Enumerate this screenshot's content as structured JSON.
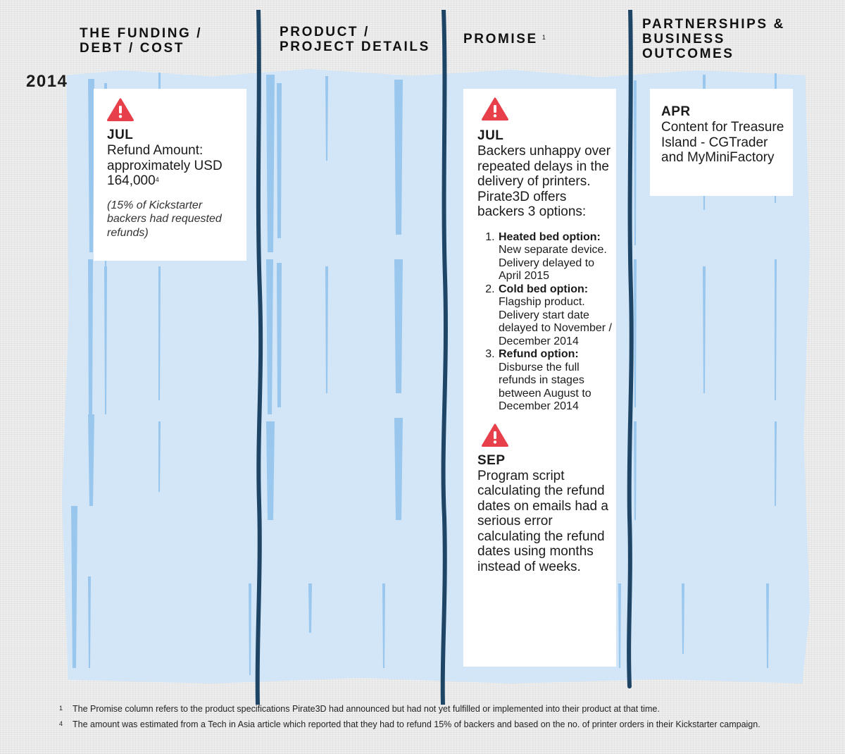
{
  "columns": {
    "funding": "THE FUNDING / DEBT / COST",
    "funding_lines": [
      "THE FUNDING /",
      "DEBT / COST"
    ],
    "product_lines": [
      "PRODUCT /",
      "PROJECT DETAILS"
    ],
    "promise": "PROMISE",
    "promise_footnote": "1",
    "partnerships_lines": [
      "PARTNERSHIPS &",
      "BUSINESS",
      "OUTCOMES"
    ]
  },
  "year": "2014",
  "funding_entries": [
    {
      "month": "JUL",
      "text": "Refund Amount: approximately USD 164,000",
      "footnote": "4",
      "note": "(15% of Kickstarter backers had requested refunds)",
      "icon": "warning-triangle-icon"
    }
  ],
  "promise_entries": [
    {
      "month": "JUL",
      "text": "Backers unhappy over repeated delays in the delivery of printers. Pirate3D offers backers 3 options:",
      "icon": "warning-triangle-icon",
      "options": [
        {
          "num": "1.",
          "title": "Heated bed option:",
          "text": "New separate device. Delivery delayed to April 2015"
        },
        {
          "num": "2.",
          "title": "Cold bed option:",
          "text": "Flagship product. Delivery start date delayed to November / December 2014"
        },
        {
          "num": "3.",
          "title": "Refund option:",
          "text": "Disburse the full refunds in stages between August to December 2014"
        }
      ]
    },
    {
      "month": "SEP",
      "text": "Program script calculating the refund dates on emails had a serious error calculating the refund dates using months instead of weeks.",
      "icon": "warning-triangle-icon"
    }
  ],
  "partnership_entries": [
    {
      "month": "APR",
      "text": "Content for Treasure Island - CGTrader and MyMiniFactory"
    }
  ],
  "footnotes": [
    {
      "num": "1",
      "text": "The Promise column refers to the product specifications Pirate3D had announced but had not yet fulfilled or implemented into their product at that time."
    },
    {
      "num": "4",
      "text": "The amount was estimated from a Tech in Asia article which reported that they had to refund 15% of backers and based on the no. of printer orders in their Kickstarter campaign."
    }
  ],
  "colors": {
    "band": "#d3e6f7",
    "streak": "#8fc1ec",
    "divider": "#1e4565",
    "warning": "#e8404b"
  }
}
